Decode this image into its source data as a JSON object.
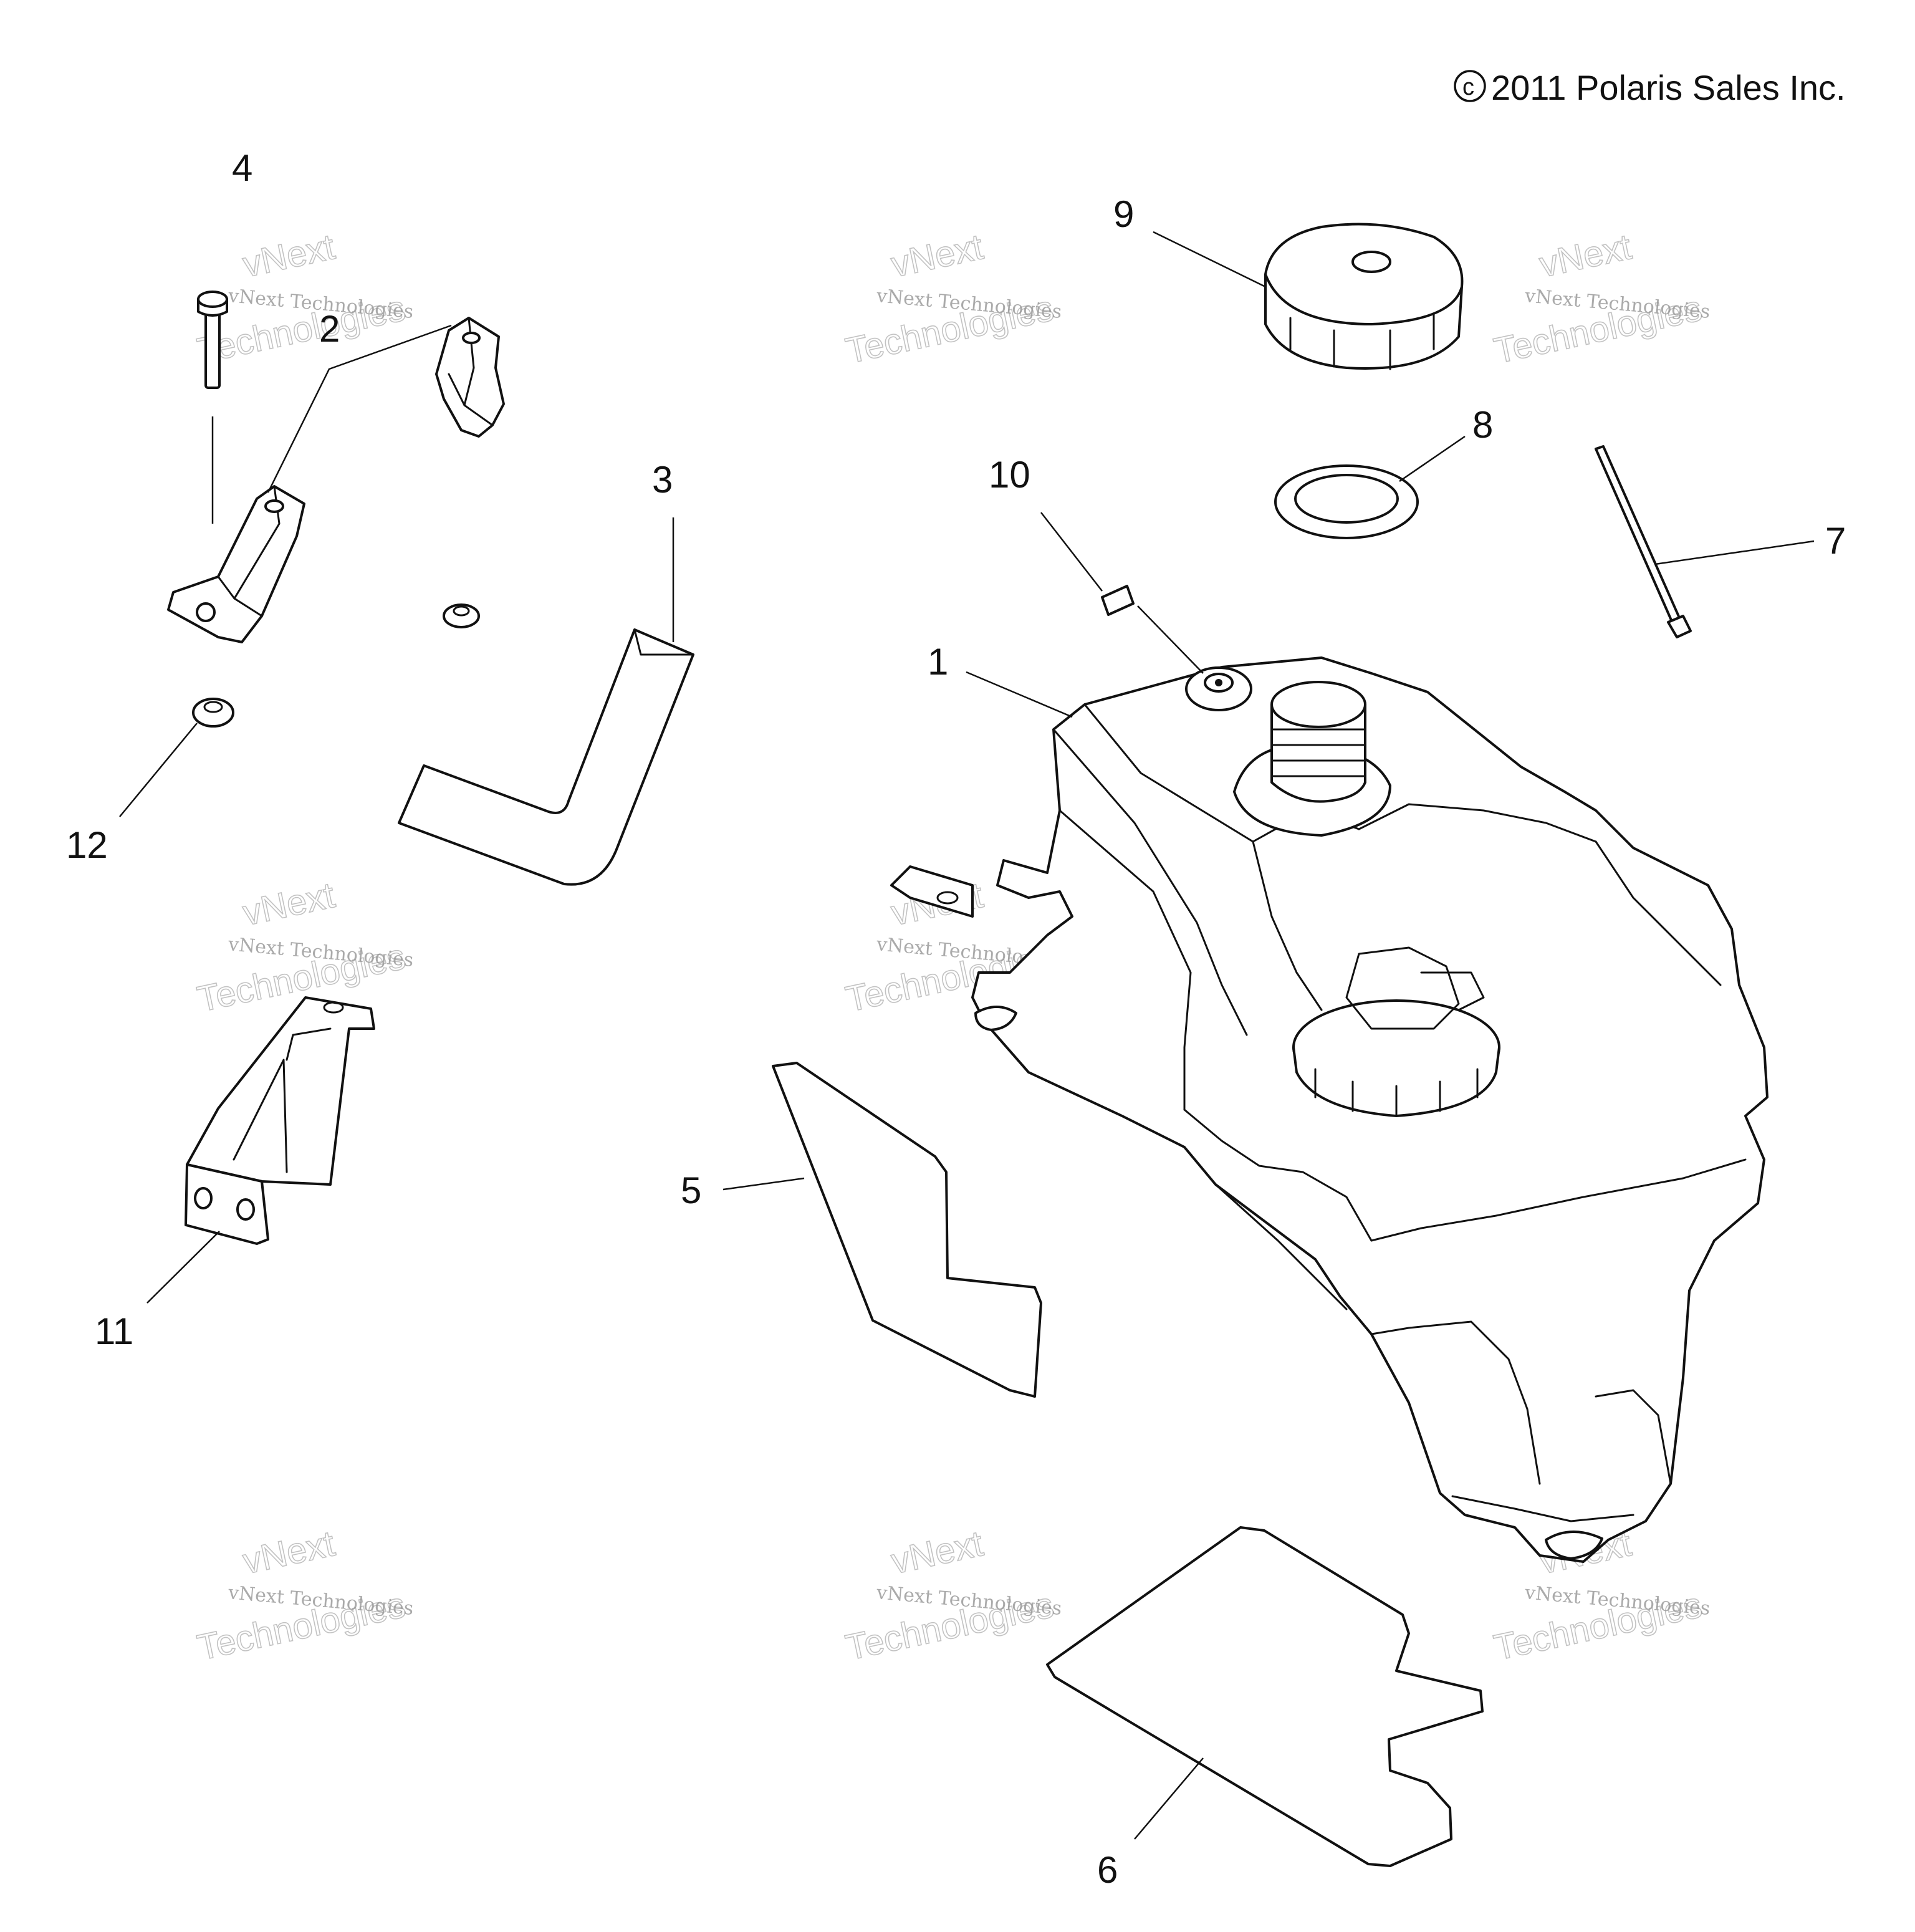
{
  "copyright": "2011 Polaris Sales Inc.",
  "watermark": {
    "line1": "vNext",
    "line2": "vNext Technologies",
    "line3": "Technologies"
  },
  "callouts": {
    "c1": "1",
    "c2": "2",
    "c3": "3",
    "c4": "4",
    "c5": "5",
    "c6": "6",
    "c7": "7",
    "c8": "8",
    "c9": "9",
    "c10": "10",
    "c11": "11",
    "c12": "12"
  }
}
